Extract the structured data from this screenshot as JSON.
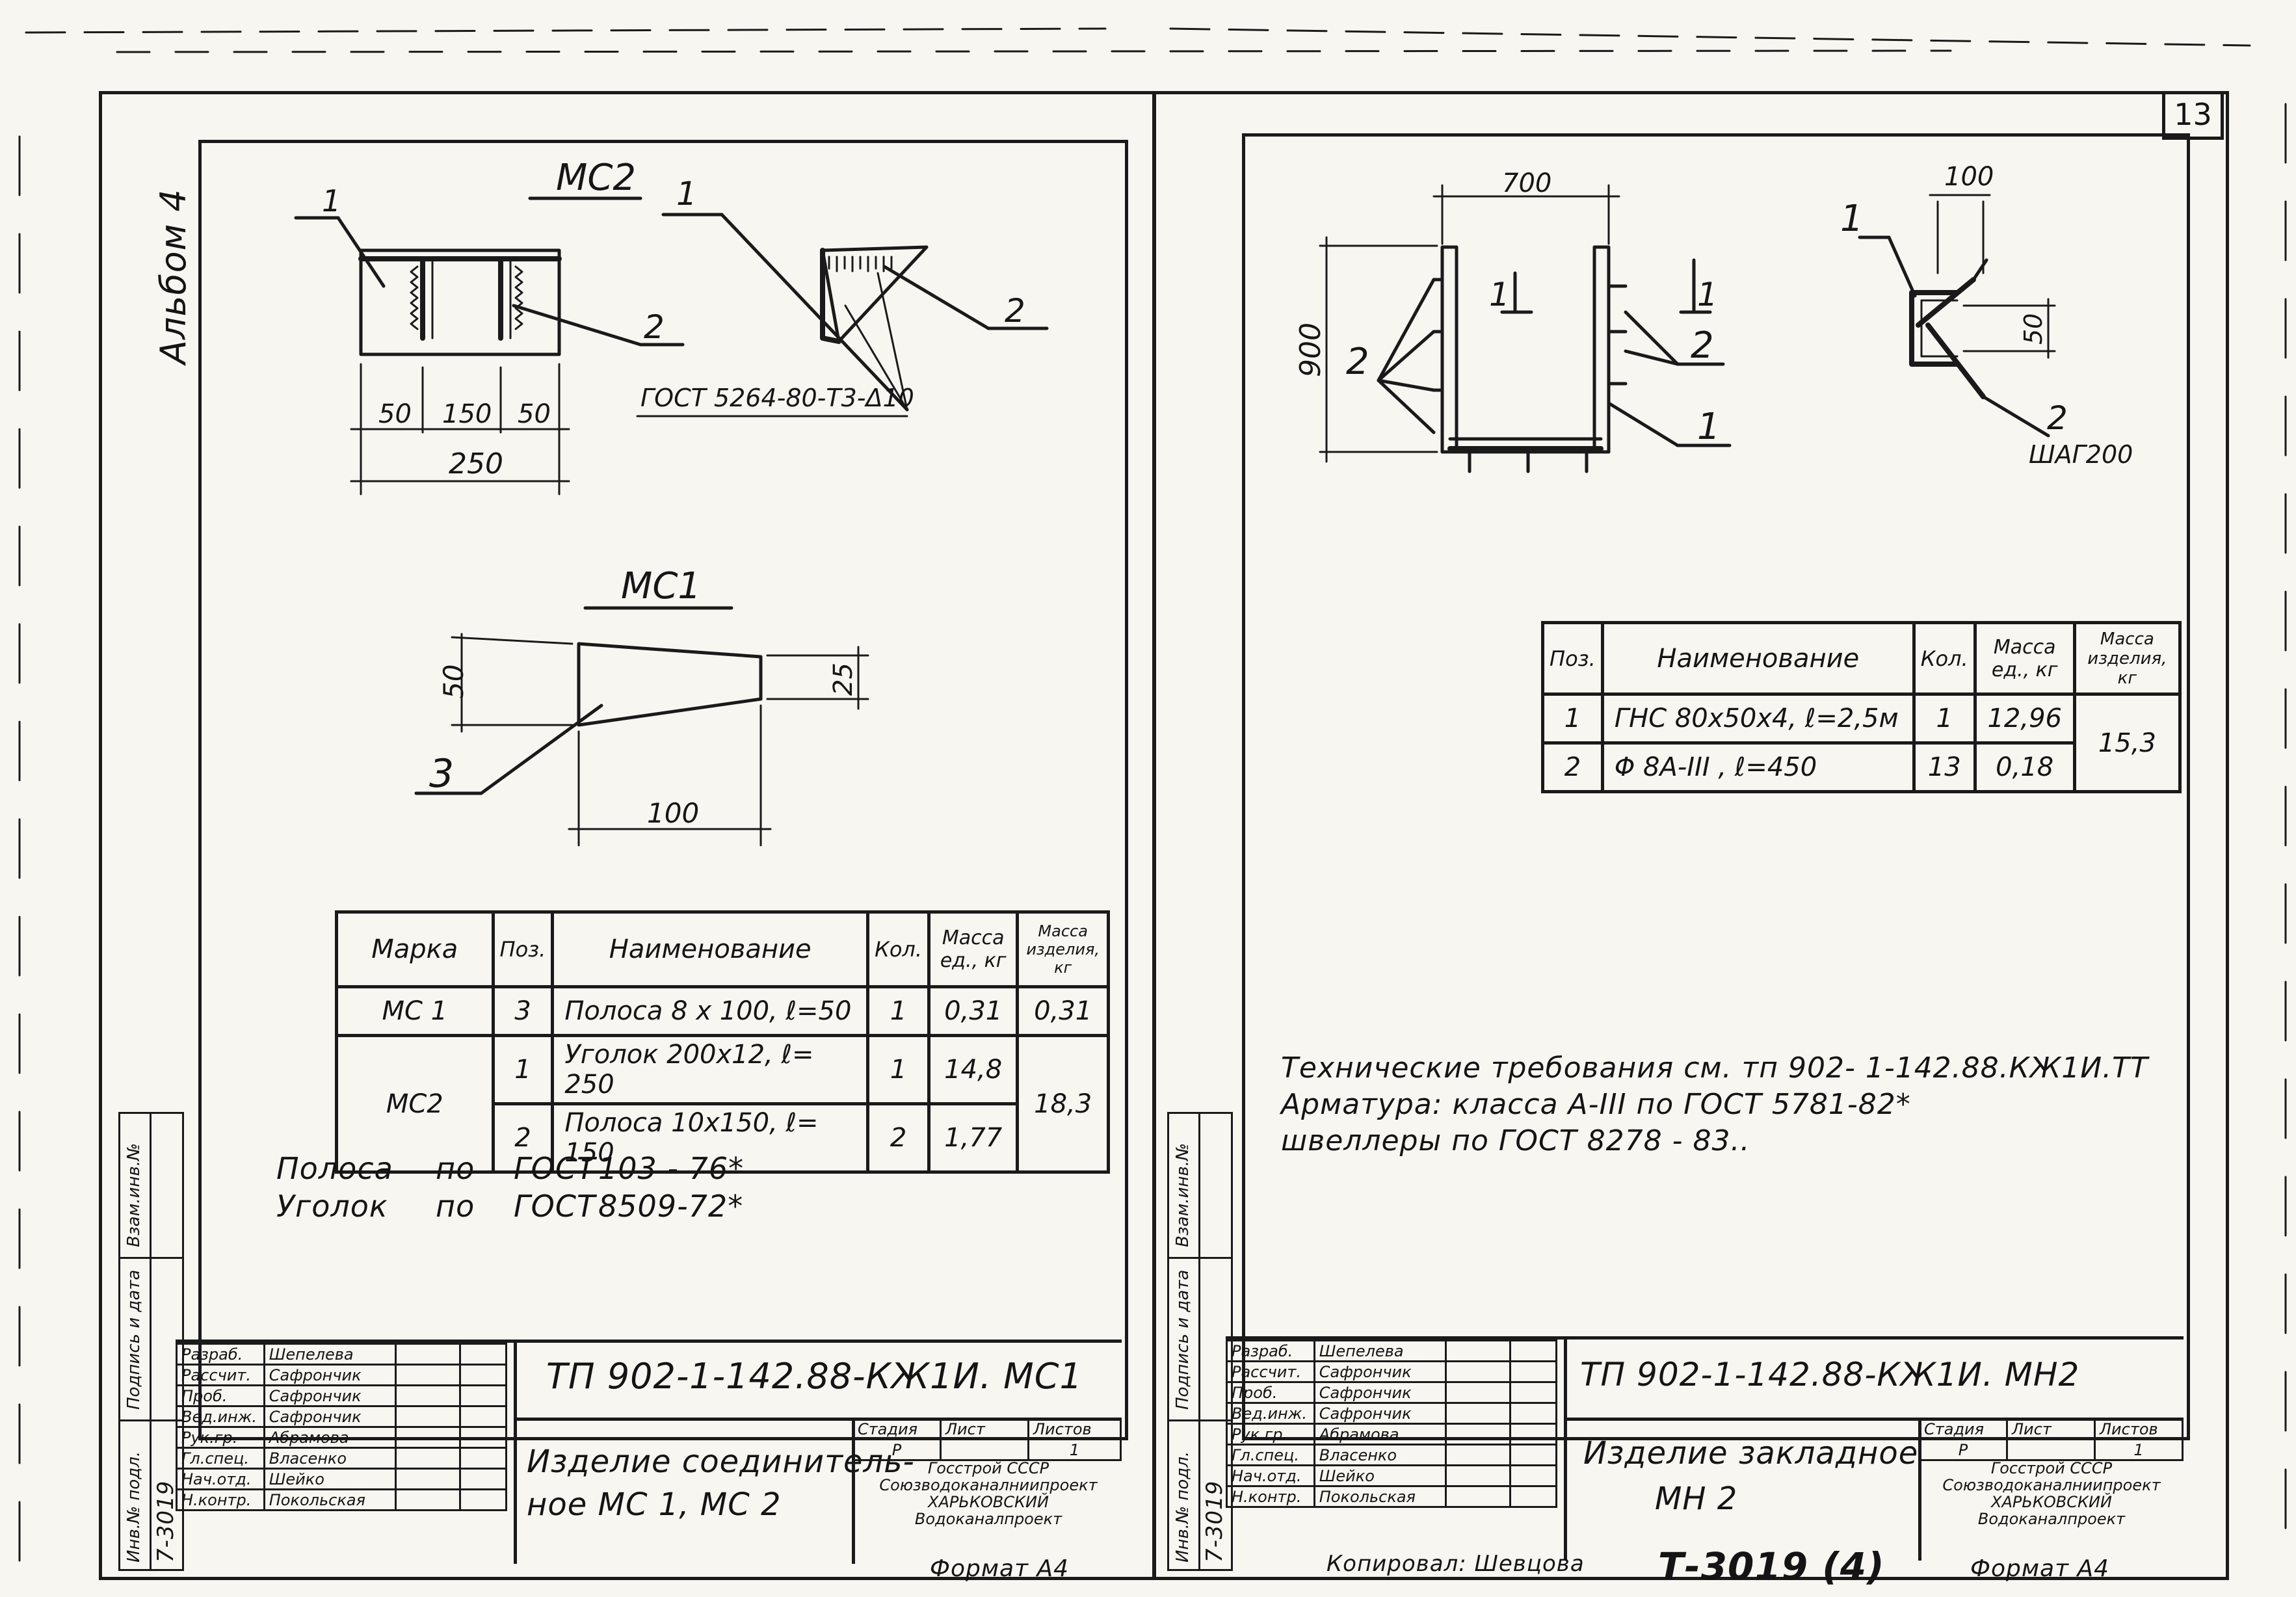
{
  "page_number": "13",
  "album_label": "Альбом 4",
  "left": {
    "mc2_title": "МС2",
    "mc1_title": "МС1",
    "mc2_gost_note": "ГОСТ 5264-80-Т3-Δ10",
    "mc2_dims": [
      "50",
      "150",
      "50",
      "250"
    ],
    "mc1_dims": [
      "50",
      "25",
      "100"
    ],
    "callouts": [
      "1",
      "2",
      "1",
      "2",
      "3"
    ],
    "spec_table": {
      "headers": [
        "Марка",
        "Поз.",
        "Наименование",
        "Кол.",
        "Масса ед., кг",
        "Масса изделия, кг"
      ],
      "rows": [
        {
          "mark": "МС 1",
          "pos": "3",
          "name": "Полоса 8 x 100, ℓ=50",
          "qty": "1",
          "mass_unit": "0,31",
          "mass_item": "0,31"
        },
        {
          "mark": "МС2",
          "pos": "1",
          "name": "Уголок 200x12, ℓ= 250",
          "qty": "1",
          "mass_unit": "14,8",
          "mass_item": "18,3"
        },
        {
          "mark": "",
          "pos": "2",
          "name": "Полоса 10x150, ℓ= 150",
          "qty": "2",
          "mass_unit": "1,77",
          "mass_item": ""
        }
      ]
    },
    "notes": [
      {
        "a": "Полоса",
        "b": "по",
        "c": "ГОСТ",
        "d": "103 - 76*"
      },
      {
        "a": "Уголок",
        "b": "по",
        "c": "ГОСТ",
        "d": "8509-72*"
      }
    ],
    "side_stamps": [
      "Взам.инв.№",
      "Подпись и дата",
      "Инв.№ подл.",
      "7-3019"
    ],
    "title_block": {
      "code": "ТП 902-1-142.88-КЖ1И. МС1",
      "item_name_line1": "Изделие соединитель-",
      "item_name_line2": "ное МС 1, МС 2",
      "stage_label": "Стадия",
      "sheet_label": "Лист",
      "sheets_label": "Листов",
      "stage": "Р",
      "sheets": "1",
      "org_lines": [
        "Госстрой СССР",
        "Союзводоканалниипроект",
        "ХАРЬКОВСКИЙ",
        "Водоканалпроект"
      ],
      "roles": [
        {
          "role": "Разраб.",
          "name": "Шепелева"
        },
        {
          "role": "Рассчит.",
          "name": "Сафрончик"
        },
        {
          "role": "Проб.",
          "name": "Сафрончик"
        },
        {
          "role": "Вед.инж.",
          "name": "Сафрончик"
        },
        {
          "role": "Рук.гр.",
          "name": "Абрамова"
        },
        {
          "role": "Гл.спец.",
          "name": "Власенко"
        },
        {
          "role": "Нач.отд.",
          "name": "Шейко"
        },
        {
          "role": "Н.контр.",
          "name": "Покольская"
        }
      ],
      "format": "Формат А4"
    }
  },
  "right": {
    "dims": [
      "700",
      "900",
      "100",
      "50"
    ],
    "section_marks": [
      "1",
      "1"
    ],
    "callouts": [
      "2",
      "2",
      "1",
      "1",
      "2"
    ],
    "step_label": "ШАГ200",
    "spec_table": {
      "headers": [
        "Поз.",
        "Наименование",
        "Кол.",
        "Масса ед., кг",
        "Масса изделия, кг"
      ],
      "rows": [
        {
          "pos": "1",
          "name": "ГНС 80x50x4, ℓ=2,5м",
          "qty": "1",
          "mass_unit": "12,96",
          "mass_item": "15,3"
        },
        {
          "pos": "2",
          "name": "Φ 8А-III , ℓ=450",
          "qty": "13",
          "mass_unit": "0,18",
          "mass_item": ""
        }
      ]
    },
    "notes": [
      "Технические требования см. тп 902- 1-142.88.КЖ1И.ТТ",
      "Арматура: класса А-III по ГОСТ 5781-82*",
      "швеллеры по ГОСТ 8278 - 83.."
    ],
    "side_stamps": [
      "Взам.инв.№",
      "Подпись и дата",
      "Инв.№ подл.",
      "7-3019"
    ],
    "title_block": {
      "code": "ТП 902-1-142.88-КЖ1И. МН2",
      "item_name_line1": "Изделие закладное",
      "item_name_line2": "МН 2",
      "stage_label": "Стадия",
      "sheet_label": "Лист",
      "sheets_label": "Листов",
      "stage": "Р",
      "sheets": "1",
      "org_lines": [
        "Госстрой СССР",
        "Союзводоканалниипроект",
        "ХАРЬКОВСКИЙ",
        "Водоканалпроект"
      ],
      "roles": [
        {
          "role": "Разраб.",
          "name": "Шепелева"
        },
        {
          "role": "Рассчит.",
          "name": "Сафрончик"
        },
        {
          "role": "Проб.",
          "name": "Сафрончик"
        },
        {
          "role": "Вед.инж.",
          "name": "Сафрончик"
        },
        {
          "role": "Рук.гр.",
          "name": "Абрамова"
        },
        {
          "role": "Гл.спец.",
          "name": "Власенко"
        },
        {
          "role": "Нач.отд.",
          "name": "Шейко"
        },
        {
          "role": "Н.контр.",
          "name": "Покольская"
        }
      ],
      "format": "Формат А4"
    },
    "copied_by": "Копировал: Шевцова",
    "stamp_code": "Т-3019 (4)"
  }
}
